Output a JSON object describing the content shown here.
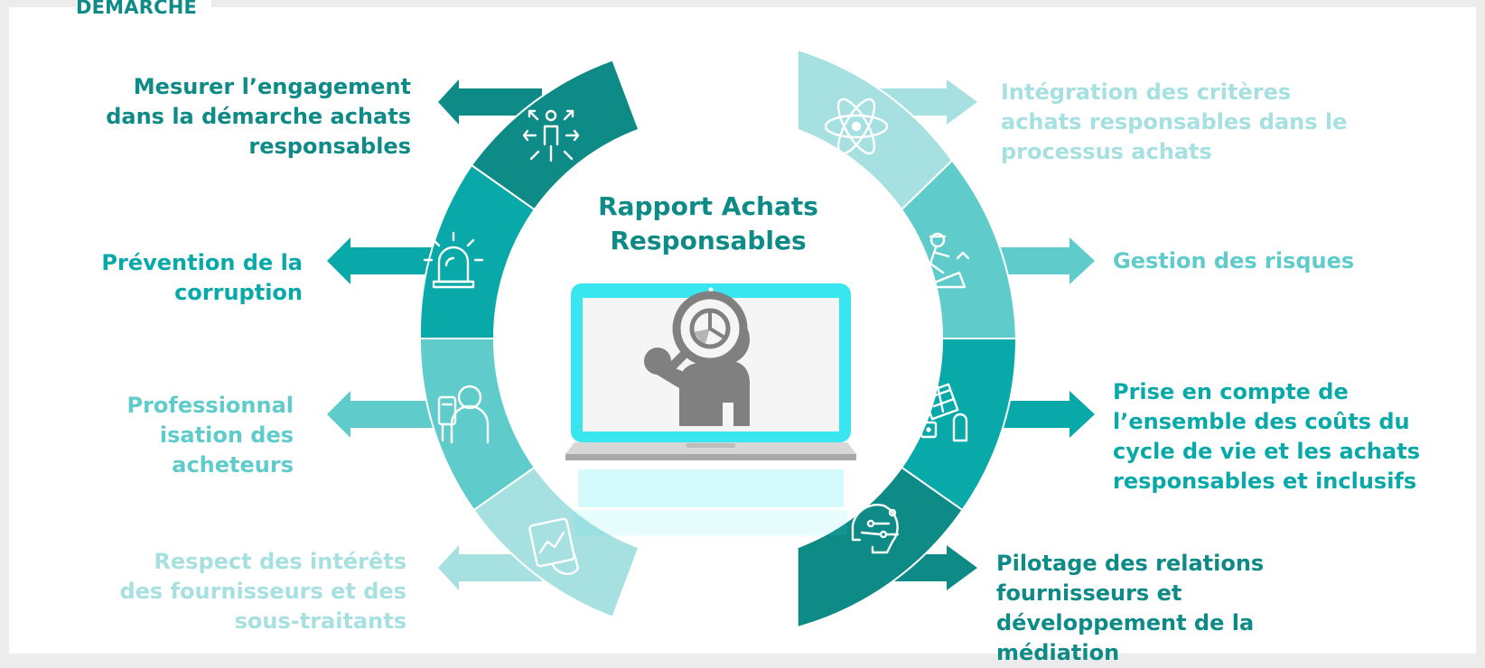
{
  "section_title": "DÉMARCHE",
  "center_title": "Rapport Achats Responsables",
  "colors": {
    "dark": "#0e8a87",
    "mid": "#0aa9a9",
    "teal": "#5fcccb",
    "light": "#a6e0e0",
    "laptop_frame": "#39e6ef",
    "gray": "#808080"
  },
  "left_items": [
    {
      "label": "Mesurer l’engagement dans la démarche achats responsables",
      "icon": "people-arrows-icon"
    },
    {
      "label": "Prévention de la corruption",
      "icon": "alarm-light-icon"
    },
    {
      "label": "Professionnal isation des acheteurs",
      "icon": "person-phone-icon"
    },
    {
      "label": "Respect des intérêts des fournisseurs et des sous-traitants",
      "icon": "tablet-chart-icon"
    }
  ],
  "right_items": [
    {
      "label": "Intégration des critères achats responsables dans le processus achats",
      "icon": "atom-icon"
    },
    {
      "label": "Gestion des risques",
      "icon": "worker-fall-icon"
    },
    {
      "label": "Prise en compte de l’ensemble des coûts du cycle de vie et les achats responsables et inclusifs",
      "icon": "board-games-icon"
    },
    {
      "label": "Pilotage des relations fournisseurs et développement de la médiation",
      "icon": "circuit-head-icon"
    }
  ]
}
